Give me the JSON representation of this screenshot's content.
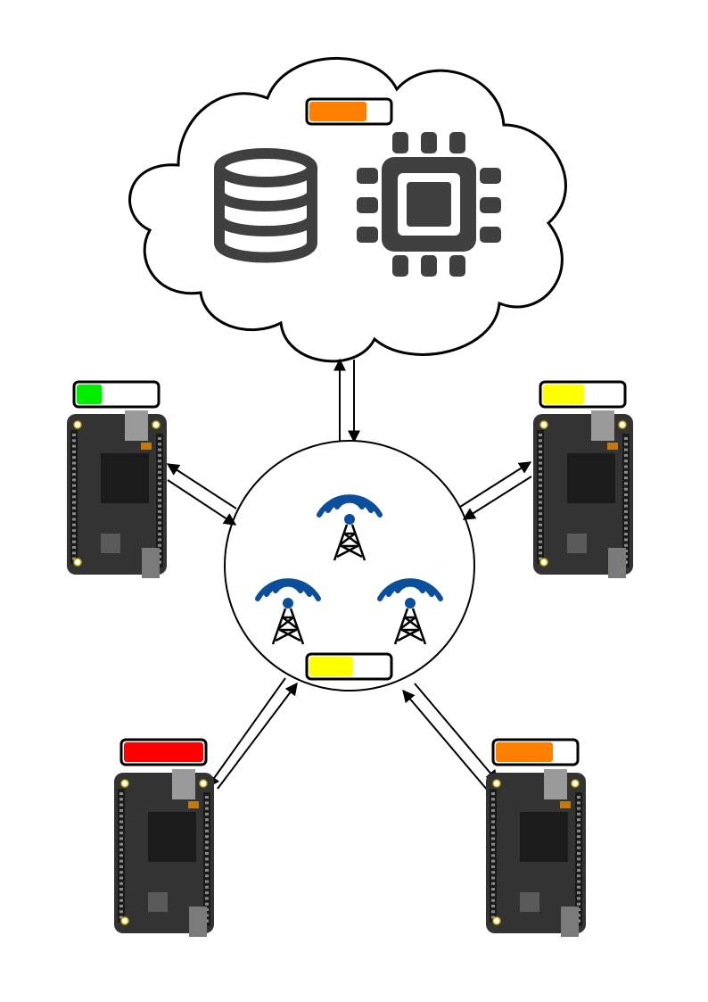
{
  "diagram": {
    "cloud": {
      "load_fraction": 0.72,
      "load_color": "#ff8000",
      "icons": [
        "database-icon",
        "processor-chip-icon"
      ]
    },
    "hub": {
      "load_fraction": 0.55,
      "load_color": "#ffff00",
      "icons": [
        "radio-tower-icon",
        "radio-tower-icon",
        "radio-tower-icon"
      ]
    },
    "devices": [
      {
        "id": "top-left",
        "load_fraction": 0.32,
        "load_color": "#00ee00"
      },
      {
        "id": "top-right",
        "load_fraction": 0.52,
        "load_color": "#ffff00"
      },
      {
        "id": "bottom-left",
        "load_fraction": 1.0,
        "load_color": "#ff0000"
      },
      {
        "id": "bottom-right",
        "load_fraction": 0.72,
        "load_color": "#ff8000"
      }
    ],
    "colors": {
      "board": "#333333",
      "board_dark": "#262626",
      "icon_gray": "#404040",
      "tower_blue": "#0b4f9c",
      "outline": "#000000"
    }
  }
}
